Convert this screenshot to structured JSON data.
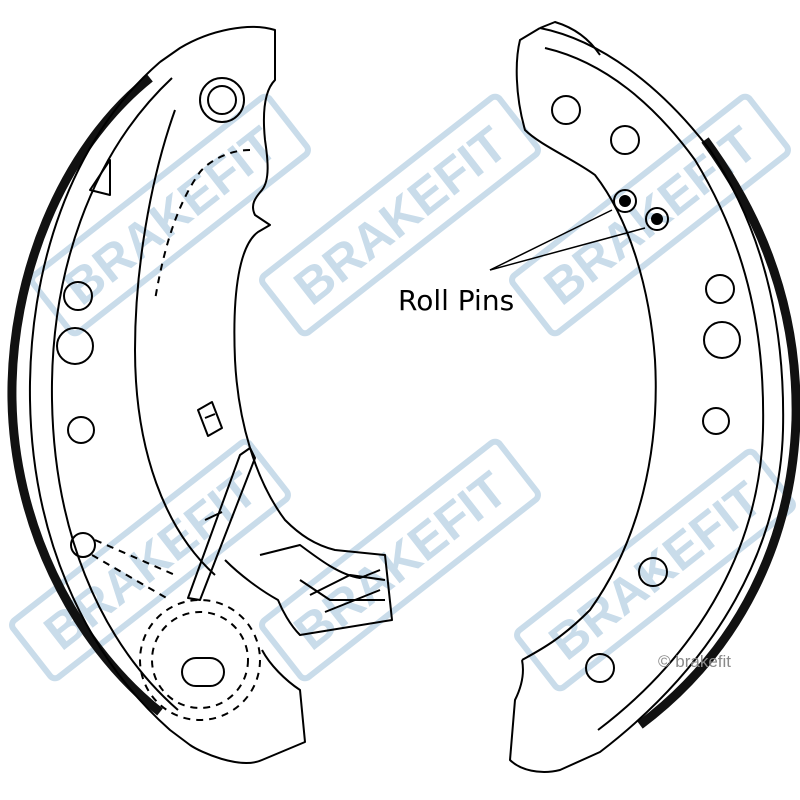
{
  "diagram": {
    "callout": {
      "label": "Roll Pins"
    },
    "copyright": "© brakefit",
    "watermark": {
      "text": "BRAKEFIT",
      "color": "#c9dcea"
    },
    "colors": {
      "line": "#000000",
      "lining": "#111111",
      "background": "#ffffff"
    }
  }
}
